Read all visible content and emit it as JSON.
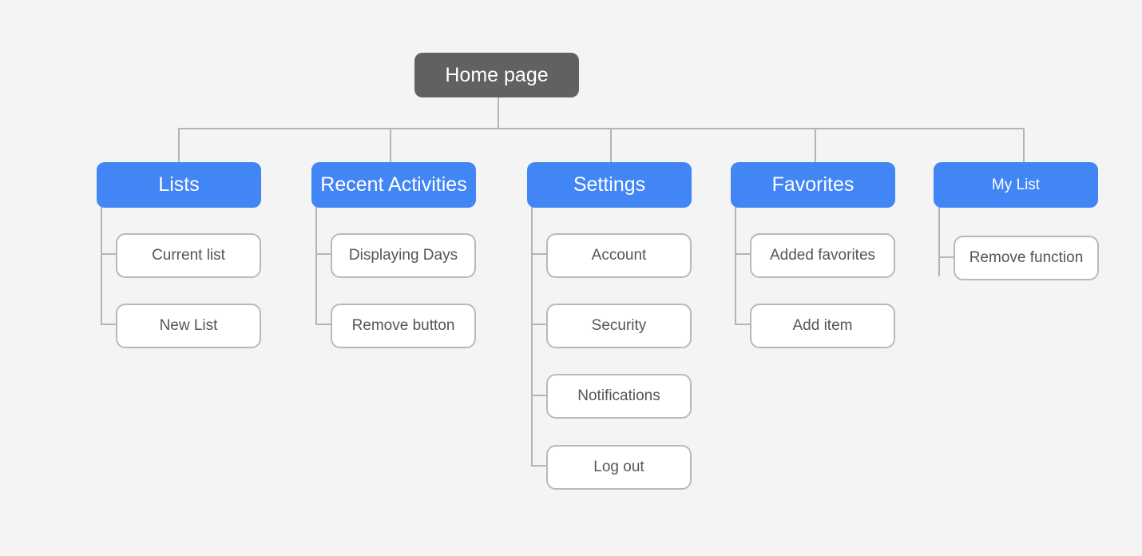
{
  "diagram": {
    "root": {
      "label": "Home page"
    },
    "categories": [
      {
        "label": "Lists",
        "children": [
          "Current list",
          "New List"
        ]
      },
      {
        "label": "Recent Activities",
        "children": [
          "Displaying Days",
          "Remove button"
        ]
      },
      {
        "label": "Settings",
        "children": [
          "Account",
          "Security",
          "Notifications",
          "Log out"
        ]
      },
      {
        "label": "Favorites",
        "children": [
          "Added favorites",
          "Add item"
        ]
      },
      {
        "label": "My List",
        "children": [
          "Remove function"
        ]
      }
    ]
  },
  "colors": {
    "background": "#f4f4f4",
    "root_fill": "#616161",
    "category_fill": "#4285f4",
    "leaf_fill": "#ffffff",
    "leaf_border": "#b9b9b9",
    "connector": "#b5b5b5"
  }
}
